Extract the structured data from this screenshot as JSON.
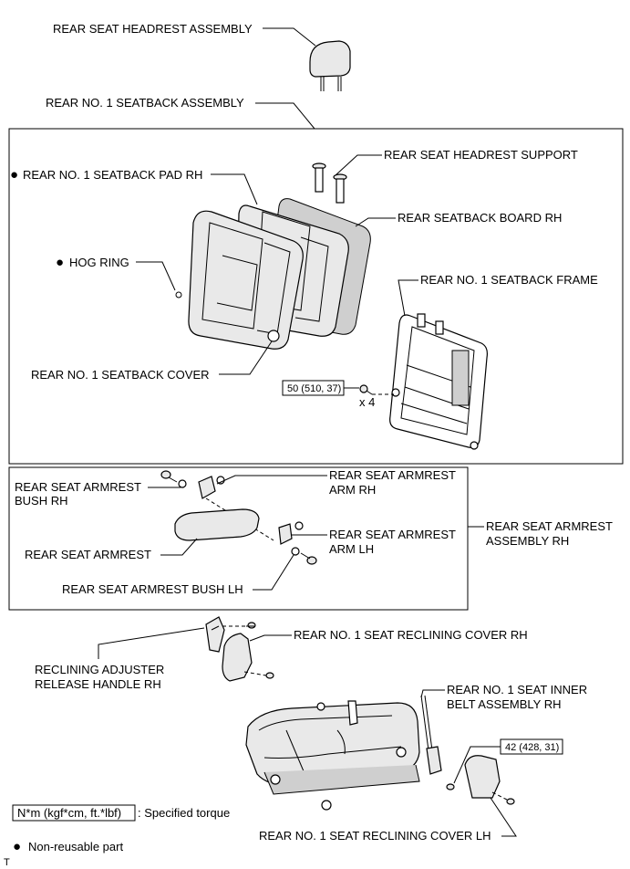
{
  "labels": {
    "rear_seat_headrest_assembly": "REAR SEAT HEADREST ASSEMBLY",
    "rear_no1_seatback_assembly": "REAR NO. 1 SEATBACK ASSEMBLY",
    "rear_seat_headrest_support": "REAR SEAT HEADREST SUPPORT",
    "rear_no1_seatback_pad_rh": "REAR NO. 1 SEATBACK PAD RH",
    "rear_seatback_board_rh": "REAR SEATBACK BOARD RH",
    "hog_ring": "HOG RING",
    "rear_no1_seatback_frame": "REAR NO. 1 SEATBACK FRAME",
    "rear_no1_seatback_cover": "REAR NO. 1 SEATBACK COVER",
    "x4": "x 4",
    "armrest_bush_rh_line1": "REAR SEAT ARMREST",
    "armrest_bush_rh_line2": "BUSH RH",
    "armrest_arm_rh_line1": "REAR SEAT ARMREST",
    "armrest_arm_rh_line2": "ARM RH",
    "armrest_arm_lh_line1": "REAR SEAT ARMREST",
    "armrest_arm_lh_line2": "ARM LH",
    "rear_seat_armrest": "REAR SEAT ARMREST",
    "armrest_bush_lh": "REAR SEAT ARMREST BUSH LH",
    "armrest_assembly_rh_line1": "REAR SEAT ARMREST",
    "armrest_assembly_rh_line2": "ASSEMBLY RH",
    "reclining_cover_rh": "REAR NO. 1 SEAT RECLINING COVER RH",
    "reclining_handle_line1": "RECLINING ADJUSTER",
    "reclining_handle_line2": "RELEASE HANDLE RH",
    "inner_belt_line1": "REAR NO. 1 SEAT INNER",
    "inner_belt_line2": "BELT ASSEMBLY RH",
    "reclining_cover_lh": "REAR NO. 1 SEAT RECLINING COVER LH"
  },
  "torques": {
    "seatback_frame_bolts": "50 (510, 37)",
    "inner_belt_bolt": "42 (428, 31)"
  },
  "legend": {
    "torque_unit": "N*m (kgf*cm, ft.*lbf)",
    "torque_desc": ": Specified torque",
    "nonreusable_desc": "Non-reusable part"
  },
  "corner_mark": "T"
}
